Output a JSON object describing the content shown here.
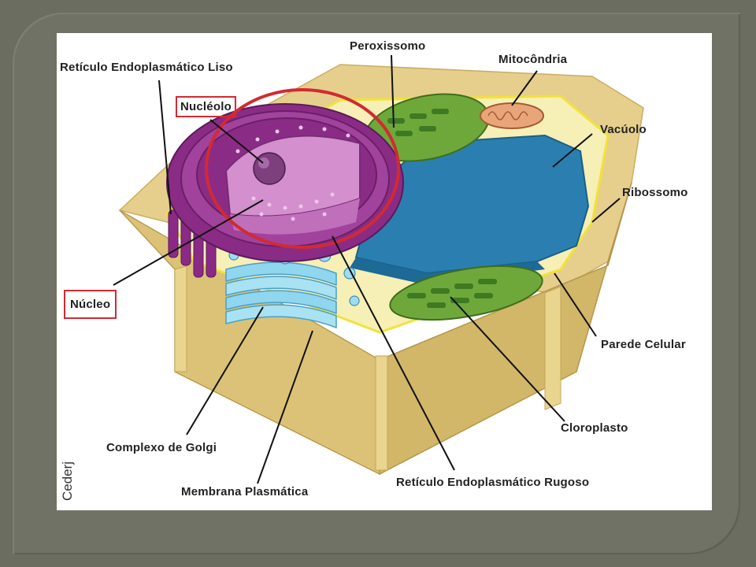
{
  "diagram": {
    "labels": {
      "reticulo_liso": "Retículo Endoplasmático Liso",
      "nucleolo": "Nucléolo",
      "peroxissomo": "Peroxissomo",
      "mitocondria": "Mitocôndria",
      "vacuolo": "Vacúolo",
      "ribossomo": "Ribossomo",
      "nucleo": "Núcleo",
      "parede_celular": "Parede Celular",
      "cloroplasto": "Cloroplasto",
      "complexo_golgi": "Complexo de Golgi",
      "reticulo_rugoso": "Retículo Endoplasmático Rugoso",
      "membrana_plasmatica": "Membrana Plasmática"
    },
    "credit": "Cederj",
    "highlight_color": "#d22a32"
  }
}
